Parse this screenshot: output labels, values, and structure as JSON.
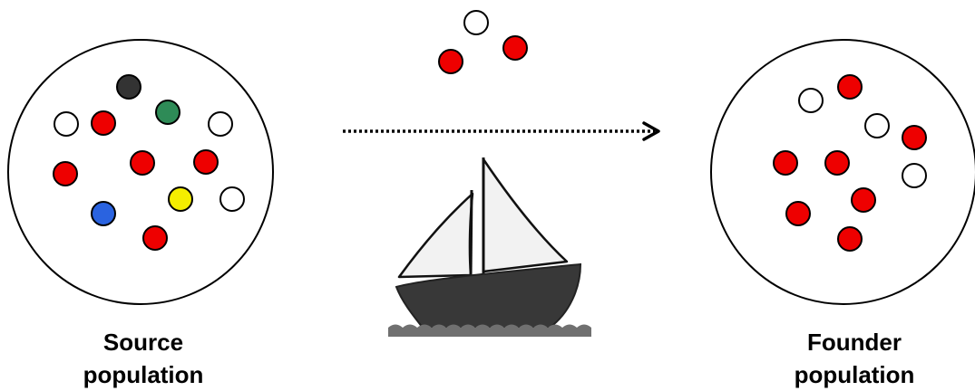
{
  "source_population": {
    "label_line1": "Source",
    "label_line2": "population",
    "dots": [
      "dark-gray",
      "green",
      "white",
      "red",
      "white",
      "red",
      "red",
      "red",
      "blue",
      "yellow",
      "white",
      "red"
    ]
  },
  "migrants": {
    "dots": [
      "white",
      "red",
      "red"
    ]
  },
  "founder_population": {
    "label_line1": "Founder",
    "label_line2": "population",
    "dots": [
      "white",
      "red",
      "white",
      "red",
      "red",
      "red",
      "white",
      "red",
      "red",
      "red"
    ]
  },
  "colors": {
    "red": "#ee0000",
    "white": "#ffffff",
    "dark-gray": "#333333",
    "green": "#2e8b57",
    "blue": "#2a63e0",
    "yellow": "#f5ee00",
    "outline": "#000000",
    "hull": "#383838",
    "water": "#707070"
  },
  "icons": {
    "arrow": "dotted-arrow-icon",
    "boat": "sailboat-icon"
  }
}
